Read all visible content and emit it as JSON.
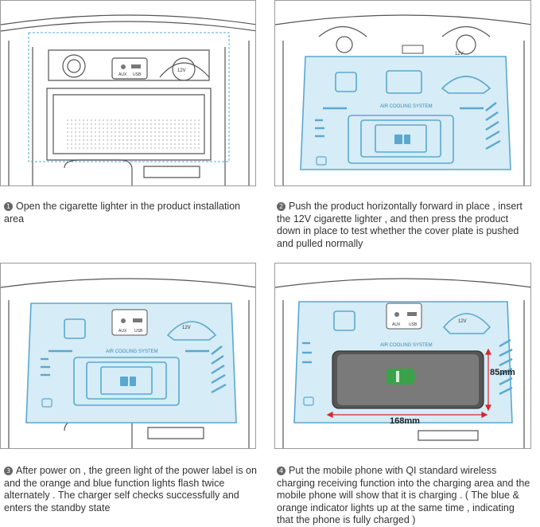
{
  "steps": [
    {
      "number": "1",
      "text": "Open the cigarette lighter in the product installation area"
    },
    {
      "number": "2",
      "text": "Push the product horizontally forward in place , insert the 12V cigarette lighter , and then press the product down in place to test whether the cover plate is pushed and pulled normally"
    },
    {
      "number": "3",
      "text": "After power on , the green light of the power label is on and the orange and blue function lights flash twice alternately . The charger self checks successfully and enters the standby state"
    },
    {
      "number": "4",
      "text": "Put the mobile phone with QI standard wireless charging receiving function into the charging area and the mobile phone will show that it is charging . ( The blue & orange indicator lights up at the same time , indicating that the phone is fully charged )"
    }
  ],
  "labels": {
    "aux": "AUX",
    "usb": "USB",
    "socket": "12V",
    "air_cooling": "AIR COOLING SYSTEM",
    "width_dim": "168mm",
    "height_dim": "85mm"
  },
  "colors": {
    "line": "#555555",
    "blue_fill": "#d6ecf6",
    "blue_stroke": "#5aa8cf",
    "dim_red": "#d9262c",
    "battery_green": "#3aa34a"
  }
}
